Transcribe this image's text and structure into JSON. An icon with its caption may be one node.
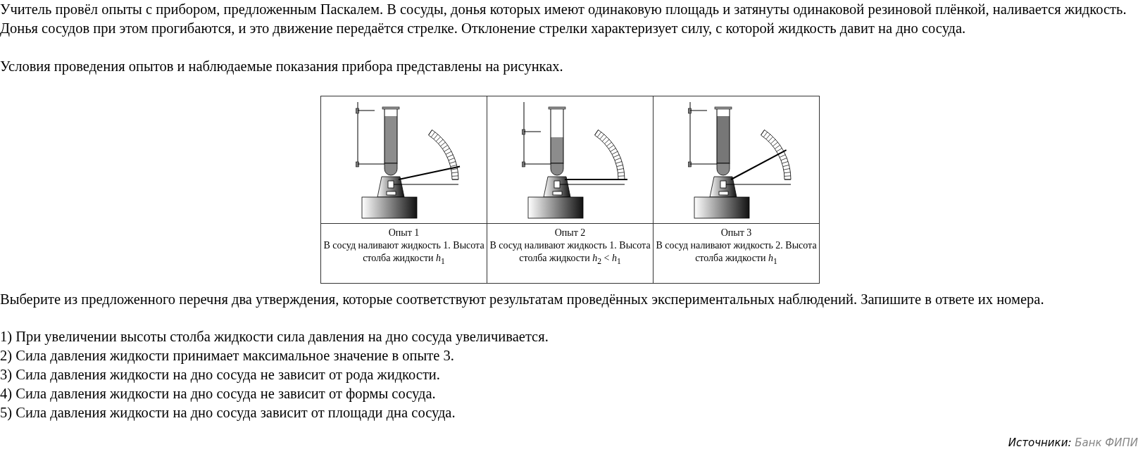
{
  "diagram": {
    "labels": [
      "Учитель провёл опыты с прибором, предложенным Паскалем. В сосуды, донья которых имеют одинаковую площадь и затянуты одинаковой резиновой плёнкой, наливается жидкость. Донья сосудов при этом прогибаются, и это движение передаётся стрелке. Отклонение стрелки характеризует силу, с которой жидкость давит на дно сосуда.",
      "Условия проведения опытов и наблюдаемые показания прибора представлены на рисунках.",
      "Опыт 1",
      "В сосуд наливают жидкость 1. Высота столба жидкости *h*$_{1}$",
      "Опыт 2",
      "В сосуд наливают жидкость 1. Высота столба жидкости *h*$_{2}$ < *h*$_{1}$",
      "Опыт 3",
      "В сосуд наливают жидкость 2. Высота столба жидкости *h*$_{1}$",
      "Выберите из предложенного перечня два утверждения, которые соответствуют результатам проведённых экспериментальных наблюдений. Запишите в ответе их номера.",
      "1) При увеличении высоты столба жидкости сила давления на дно сосуда увеличивается.",
      "2) Сила давления жидкости принимает максимальное значение в опыте 3.",
      "3) Сила давления жидкости на дно сосуда не зависит от рода жидкости.",
      "4) Сила давления жидкости на дно сосуда не зависит от формы сосуда.",
      "5) Сила давления жидкости на дно сосуда зависит от площади дна сосуда.",
      "Источники:",
      "Банк ФИПИ"
    ]
  }
}
